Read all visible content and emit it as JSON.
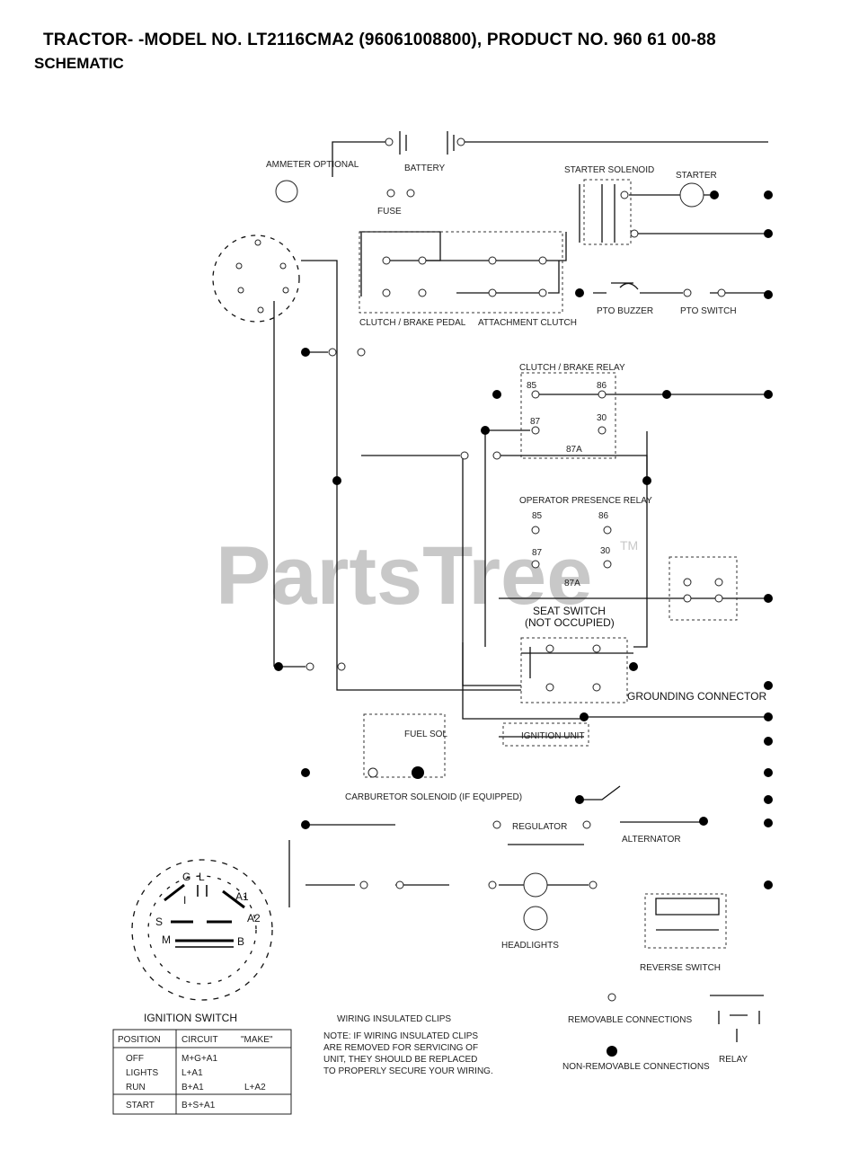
{
  "header": {
    "title": "TRACTOR- -MODEL NO. LT2116CMA2 (96061008800), PRODUCT NO. 960 61 00-88",
    "subtitle": "SCHEMATIC"
  },
  "watermark": {
    "text": "PartsTree",
    "tm": "TM"
  },
  "components": {
    "battery": "BATTERY",
    "fuse": "FUSE",
    "starter_solenoid": "STARTER SOLENOID",
    "starter": "STARTER",
    "pto_buzzer": "PTO BUZZER",
    "pto_switch": "PTO SWITCH",
    "clutch_brake_pedal": "CLUTCH / BRAKE PEDAL",
    "attachment_clutch": "ATTACHMENT CLUTCH",
    "clutch_relay": "CLUTCH / BRAKE RELAY",
    "operator_presence_relay": "OPERATOR PRESENCE RELAY",
    "seat_switch": "SEAT SWITCH",
    "seat_switch_state": "(NOT OCCUPIED)",
    "grounding_connector": "GROUNDING CONNECTOR",
    "ignition_unit": "IGNITION UNIT",
    "fuel_solenoid": "FUEL SOL",
    "carburetor_solenoid": "CARBURETOR SOLENOID (IF EQUIPPED)",
    "regulator": "REGULATOR",
    "alternator": "ALTERNATOR",
    "headlights": "HEADLIGHTS",
    "reverse_switch": "REVERSE SWITCH",
    "ammeter": "AMMETER OPTIONAL",
    "relay": "RELAY",
    "ignition_switch": "IGNITION SWITCH",
    "pin_labels": {
      "r85": "85",
      "r86": "86",
      "r87": "87",
      "r30": "30",
      "r87a": "87A",
      "o85": "85",
      "o86": "86",
      "o87": "87",
      "o30": "30",
      "o87a": "87A",
      "ign_g": "G",
      "ign_l": "L",
      "ign_i": "I",
      "ign_a1": "A1",
      "ign_a2": "A2",
      "ign_s": "S",
      "ign_m": "M",
      "ign_b": "B"
    }
  },
  "ignition_table": {
    "headers": [
      "POSITION",
      "CIRCUIT",
      "\"MAKE\""
    ],
    "rows": [
      [
        "OFF",
        "M+G+A1",
        ""
      ],
      [
        "LIGHTS",
        "L+A1",
        ""
      ],
      [
        "RUN",
        "B+A1",
        "L+A2"
      ],
      [
        "START",
        "B+S+A1",
        ""
      ]
    ]
  },
  "notes": {
    "clips_title": "WIRING INSULATED CLIPS",
    "clips_text": [
      "NOTE: IF WIRING INSULATED CLIPS",
      "ARE REMOVED FOR SERVICING OF",
      "UNIT, THEY SHOULD BE REPLACED",
      "TO PROPERLY SECURE YOUR WIRING."
    ],
    "removable": "REMOVABLE CONNECTIONS",
    "non_removable": "NON-REMOVABLE CONNECTIONS"
  },
  "colors": {
    "line": "#111111",
    "watermark": "#c8c8c8"
  }
}
